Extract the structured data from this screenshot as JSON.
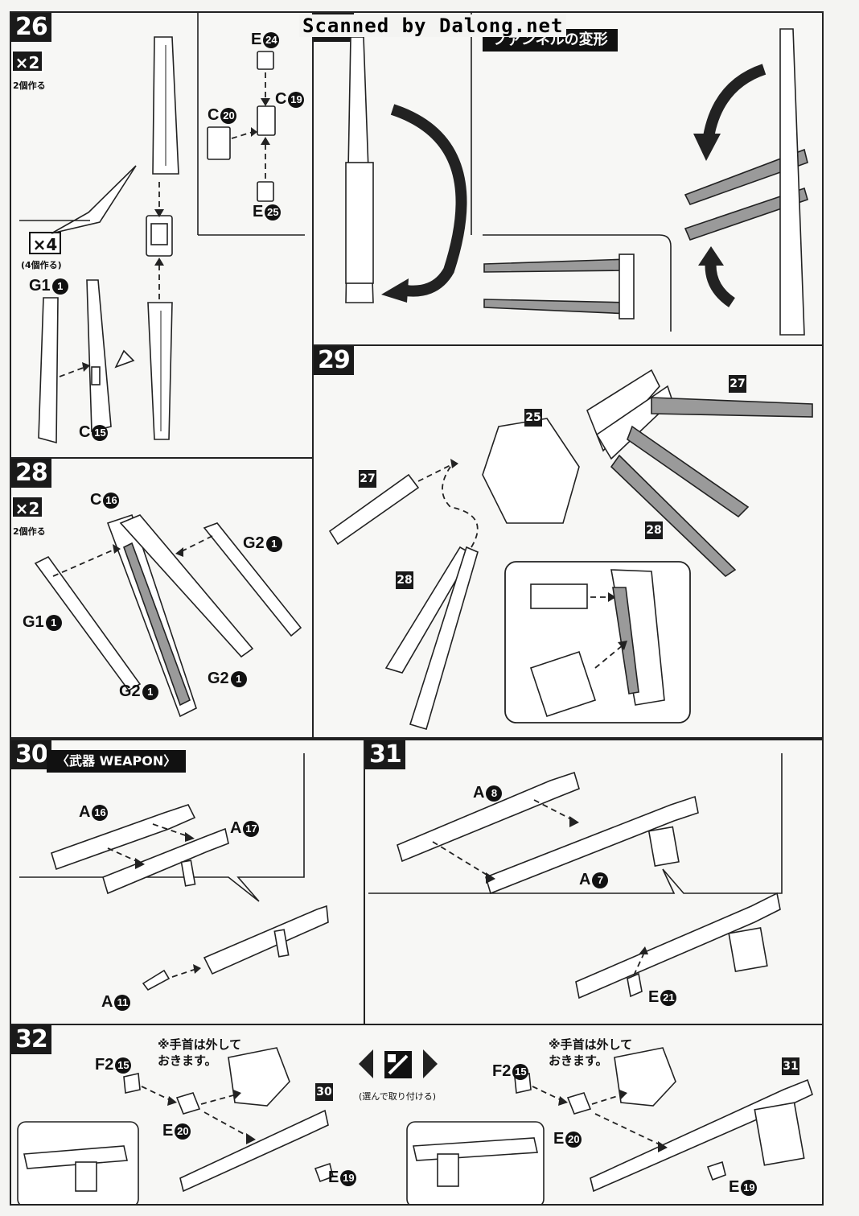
{
  "watermark": "Scanned by Dalong.net",
  "steps": {
    "s26": {
      "num": "26",
      "mult": "×2",
      "mult_note": "2個作る",
      "sub_mult": "×4",
      "sub_mult_note": "(4個作る)",
      "labels": {
        "e24": "E",
        "e24n": "24",
        "c19": "C",
        "c19n": "19",
        "c20": "C",
        "c20n": "20",
        "e25": "E",
        "e25n": "25",
        "g1": "G1",
        "g1n": "1",
        "c15": "C",
        "c15n": "15"
      }
    },
    "s27": {
      "num": "27",
      "title": "ファンネルの変形"
    },
    "s28": {
      "num": "28",
      "mult": "×2",
      "mult_note": "2個作る",
      "labels": {
        "c16": "C",
        "c16n": "16",
        "g21a": "G2",
        "g21an": "1",
        "g1": "G1",
        "g1n": "1",
        "g21b": "G2",
        "g21bn": "1",
        "g21c": "G2",
        "g21cn": "1"
      }
    },
    "s29": {
      "num": "29",
      "badges": [
        "27",
        "25",
        "28",
        "27",
        "28"
      ]
    },
    "s30": {
      "num": "30",
      "title": "〈武器 WEAPON〉",
      "labels": {
        "a16": "A",
        "a16n": "16",
        "a17": "A",
        "a17n": "17",
        "a11": "A",
        "a11n": "11"
      }
    },
    "s31": {
      "num": "31",
      "labels": {
        "a8": "A",
        "a8n": "8",
        "a7": "A",
        "a7n": "7",
        "e21": "E",
        "e21n": "21"
      }
    },
    "s32": {
      "num": "32",
      "left_note": "※手首は外して\nおきます。",
      "right_note": "※手首は外して\nおきます。",
      "select_note": "(選んで取り付ける)",
      "badge_left": "30",
      "badge_right": "31",
      "labels": {
        "f215a": "F2",
        "f215an": "15",
        "e20a": "E",
        "e20an": "20",
        "e19a": "E",
        "e19an": "19",
        "f215b": "F2",
        "f215bn": "15",
        "e20b": "E",
        "e20bn": "20",
        "e19b": "E",
        "e19bn": "19"
      }
    }
  }
}
